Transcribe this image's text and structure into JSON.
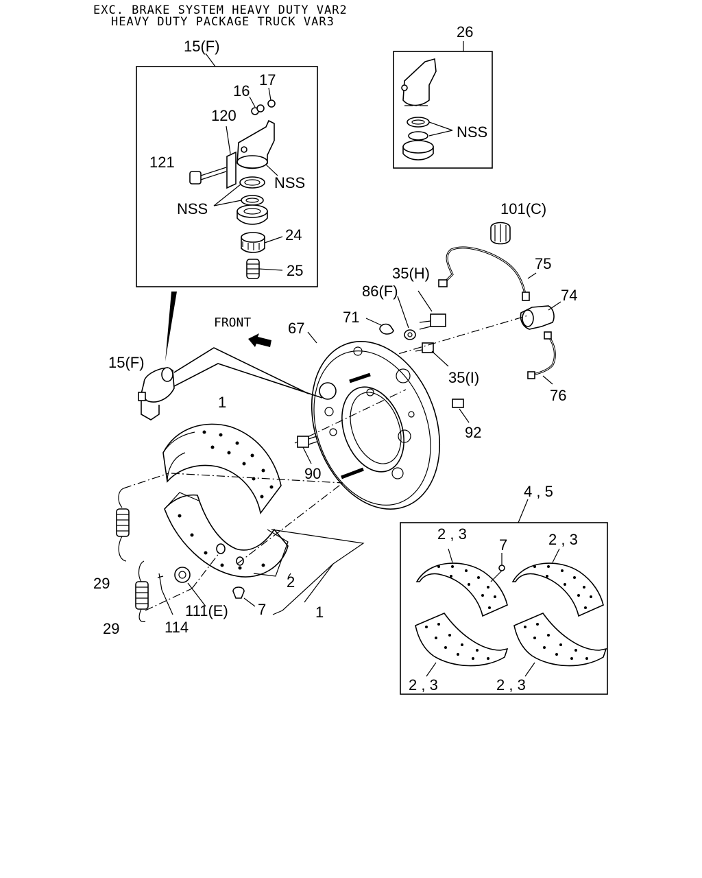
{
  "header": {
    "line1": "EXC. BRAKE SYSTEM HEAVY DUTY VAR2",
    "line2": "HEAVY DUTY PACKAGE TRUCK VAR3"
  },
  "front_label": "FRONT",
  "callouts": {
    "c15f_top": "15(F)",
    "c16": "16",
    "c17": "17",
    "c120": "120",
    "c121": "121",
    "nss_a": "NSS",
    "nss_b": "NSS",
    "c24": "24",
    "c25": "25",
    "c26": "26",
    "nss_c": "NSS",
    "c101c": "101(C)",
    "c75": "75",
    "c35h": "35(H)",
    "c86f": "86(F)",
    "c74": "74",
    "c71": "71",
    "c67": "67",
    "c15f_mid": "15(F)",
    "c35i": "35(I)",
    "c76": "76",
    "c92": "92",
    "c1_top": "1",
    "c90": "90",
    "c45": "4 , 5",
    "c23_a": "2 , 3",
    "c7_box": "7",
    "c23_b": "2 , 3",
    "c29_a": "29",
    "c2": "2",
    "c111e": "111(E)",
    "c7": "7",
    "c1_bot": "1",
    "c29_b": "29",
    "c114": "114",
    "c23_c": "2 , 3",
    "c23_d": "2 , 3"
  }
}
